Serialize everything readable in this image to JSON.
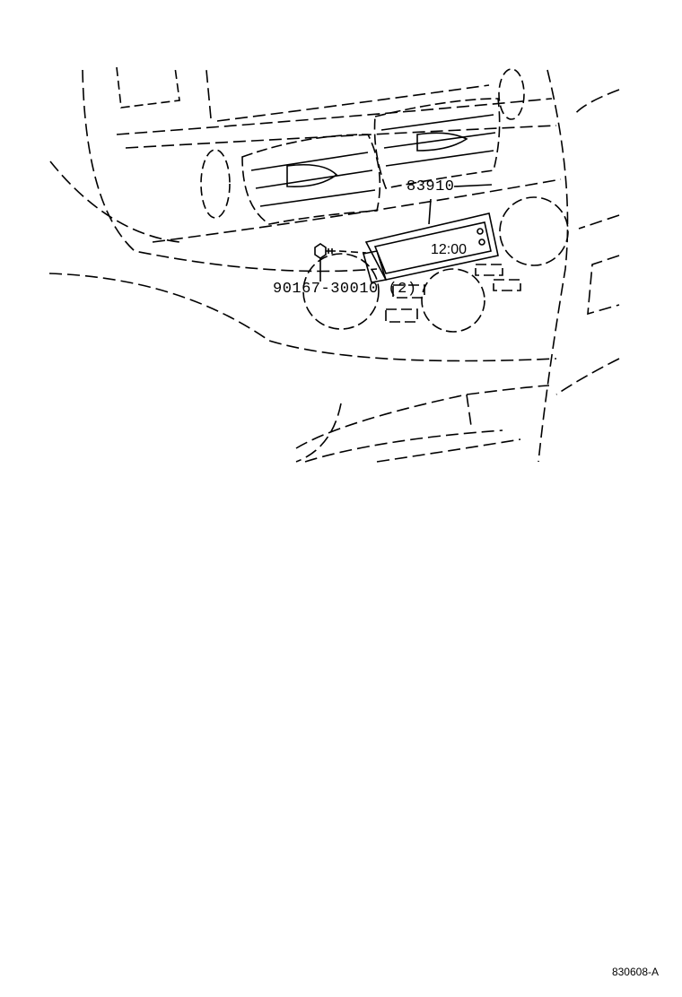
{
  "parts": [
    {
      "number": "83910",
      "description_visible": ""
    },
    {
      "number": "90167-30010",
      "quantity": "(2)"
    }
  ],
  "display_readout": "12:00",
  "figure_code": "830608-A"
}
